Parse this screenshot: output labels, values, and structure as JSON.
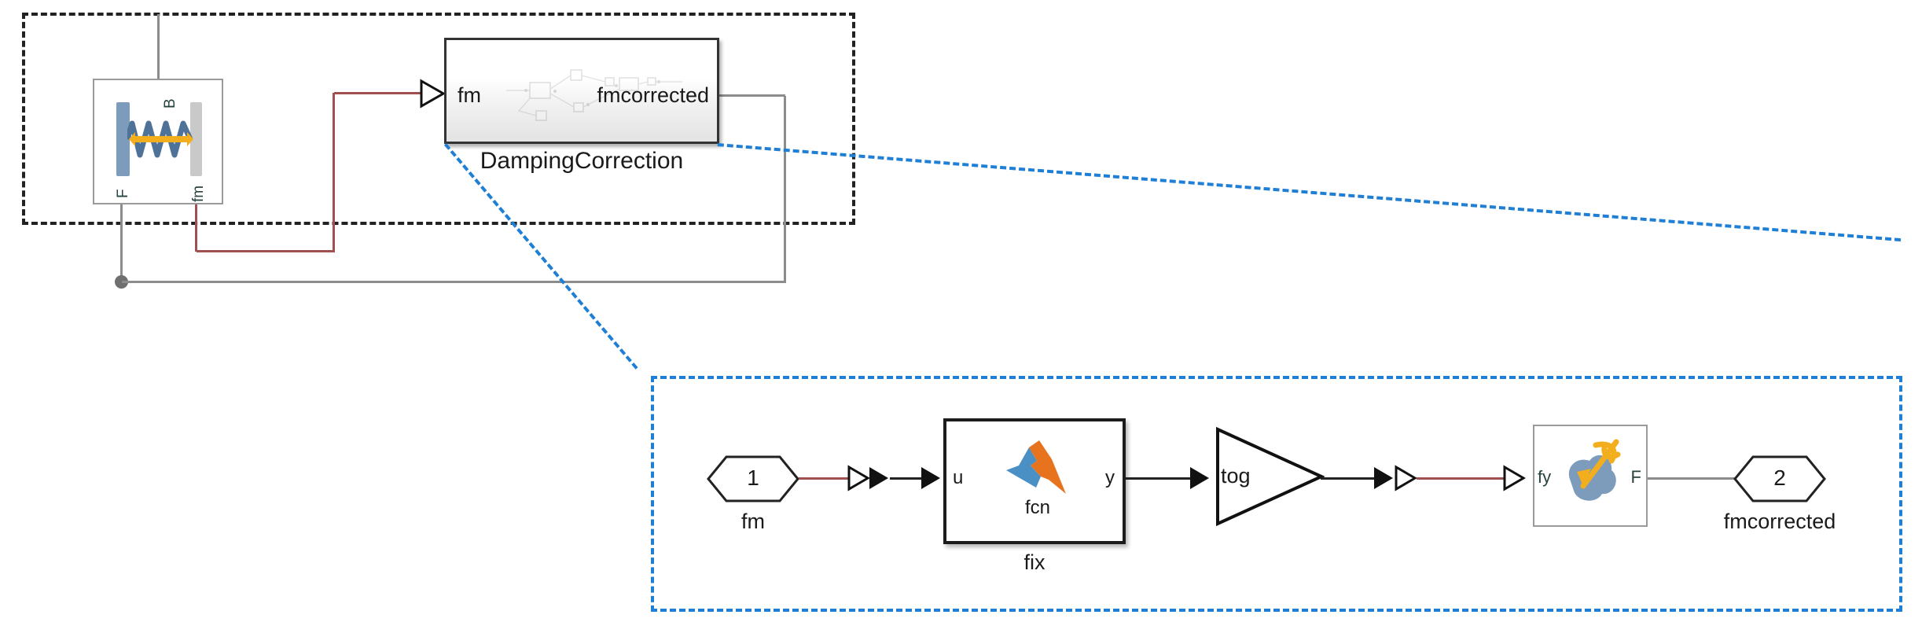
{
  "diagram": {
    "type": "simulink-block-diagram",
    "colors": {
      "outer_boundary": "#222222",
      "detail_boundary": "#1f7fd4",
      "physical_signal_wire": "#a05050",
      "physical_connection_wire": "#8c8c8c",
      "signal_wire": "#222222",
      "port_label": "#27433f",
      "matlab_logo_blue": "#4a90c4",
      "matlab_logo_orange": "#e8731e",
      "spring_blue": "#7d9cbb",
      "arrow_yellow": "#f2ae1c",
      "source_body": "#7d9cbb"
    }
  },
  "top_system": {
    "spring_block": {
      "name": "translational-spring-damper",
      "ports": {
        "top": "B",
        "bottom_left": "F",
        "bottom_right": "fm"
      }
    },
    "subsystem": {
      "label": "DampingCorrection",
      "input_port": "fm",
      "output_port": "fmcorrected"
    }
  },
  "detail_panel": {
    "inport": {
      "number": "1",
      "label": "fm"
    },
    "function_block": {
      "input_port": "u",
      "output_port": "y",
      "inner_label": "fcn",
      "caption": "fix",
      "icon": "matlab-logo-icon"
    },
    "gain_block": {
      "label": "tog"
    },
    "source_block": {
      "input_port": "fy",
      "output_port": "F",
      "icon": "ideal-force-source-icon"
    },
    "outport": {
      "number": "2",
      "label": "fmcorrected"
    }
  }
}
